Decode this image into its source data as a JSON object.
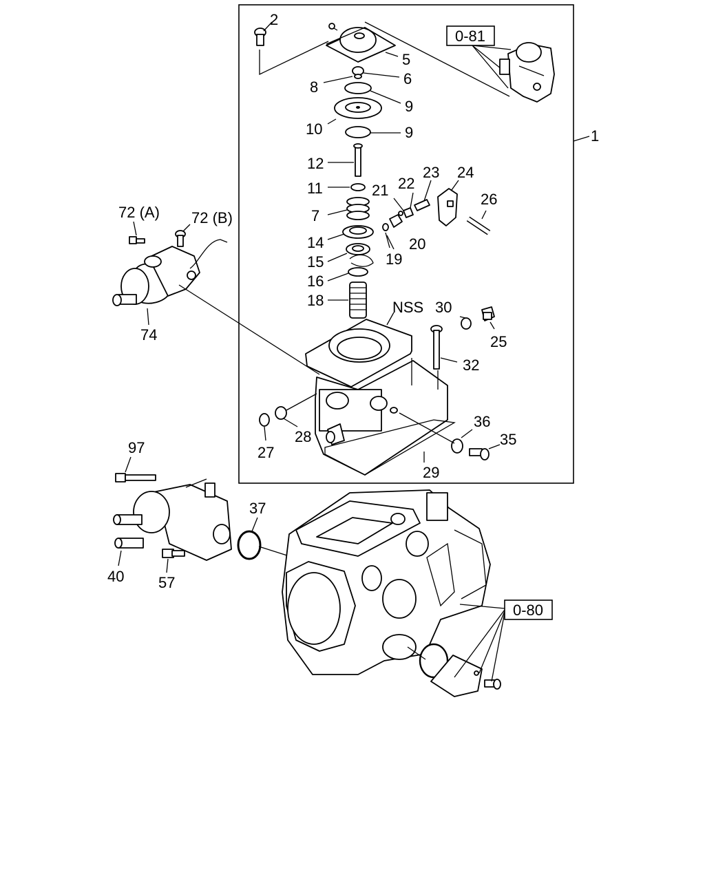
{
  "labels": {
    "l2": "2",
    "l5": "5",
    "l6": "6",
    "l8": "8",
    "l9a": "9",
    "l9b": "9",
    "l10": "10",
    "l1": "1",
    "l12": "12",
    "l11": "11",
    "l21": "21",
    "l22": "22",
    "l23": "23",
    "l24": "24",
    "l26": "26",
    "l7": "7",
    "l14": "14",
    "l20": "20",
    "l15": "15",
    "l19": "19",
    "l16": "16",
    "l18": "18",
    "lnss": "NSS",
    "l30": "30",
    "l25": "25",
    "l32": "32",
    "l36": "36",
    "l35": "35",
    "l28": "28",
    "l27": "27",
    "l29": "29",
    "l72a": "72 (A)",
    "l72b": "72 (B)",
    "l74": "74",
    "l97": "97",
    "l37": "37",
    "l40": "40",
    "l57": "57"
  },
  "refs": {
    "r081": "0-81",
    "r080": "0-80"
  }
}
